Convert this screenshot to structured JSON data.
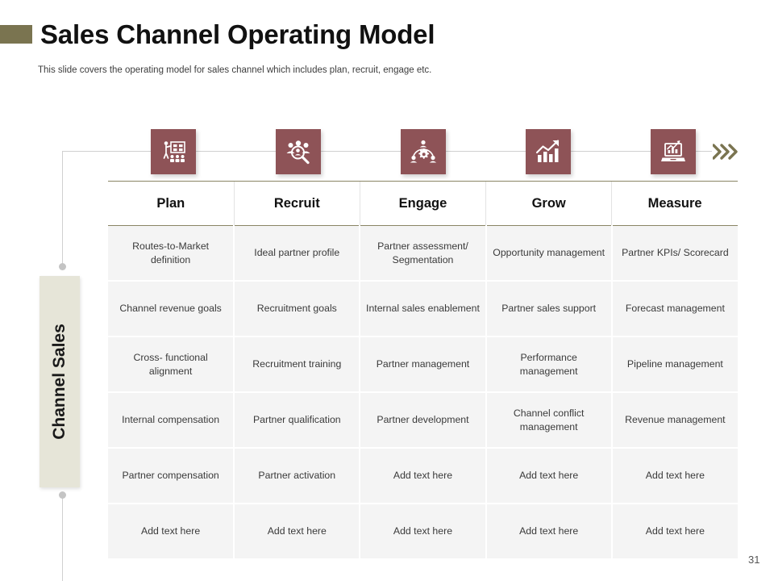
{
  "header": {
    "title": "Sales Channel Operating Model",
    "subtitle": "This slide covers the operating model for sales channel which includes plan, recruit, engage etc.",
    "accent_color": "#7a7450"
  },
  "side_label": {
    "text": "Channel Sales",
    "background_color": "#e6e5d8"
  },
  "process_icons": [
    {
      "name": "training-presentation-icon",
      "stage": "Plan"
    },
    {
      "name": "people-search-icon",
      "stage": "Recruit"
    },
    {
      "name": "team-network-gear-icon",
      "stage": "Engage"
    },
    {
      "name": "growth-bar-chart-icon",
      "stage": "Grow"
    },
    {
      "name": "laptop-analytics-icon",
      "stage": "Measure"
    }
  ],
  "flow_arrow": {
    "name": "double-chevron-right-icon",
    "color": "#7a7450"
  },
  "icon_tile_color": "#8e5357",
  "table": {
    "columns": [
      "Plan",
      "Recruit",
      "Engage",
      "Grow",
      "Measure"
    ],
    "rows": [
      [
        "Routes-to-Market definition",
        "Ideal partner profile",
        "Partner assessment/ Segmentation",
        "Opportunity management",
        "Partner KPIs/ Scorecard"
      ],
      [
        "Channel revenue goals",
        "Recruitment goals",
        "Internal sales enablement",
        "Partner sales support",
        "Forecast management"
      ],
      [
        "Cross- functional alignment",
        "Recruitment training",
        "Partner management",
        "Performance management",
        "Pipeline management"
      ],
      [
        "Internal compensation",
        "Partner qualification",
        "Partner development",
        "Channel conflict management",
        "Revenue management"
      ],
      [
        "Partner compensation",
        "Partner activation",
        "Add text here",
        "Add text here",
        "Add text here"
      ],
      [
        "Add text here",
        "Add text here",
        "Add text here",
        "Add text here",
        "Add text here"
      ]
    ]
  },
  "footer": {
    "page_number": "31"
  }
}
